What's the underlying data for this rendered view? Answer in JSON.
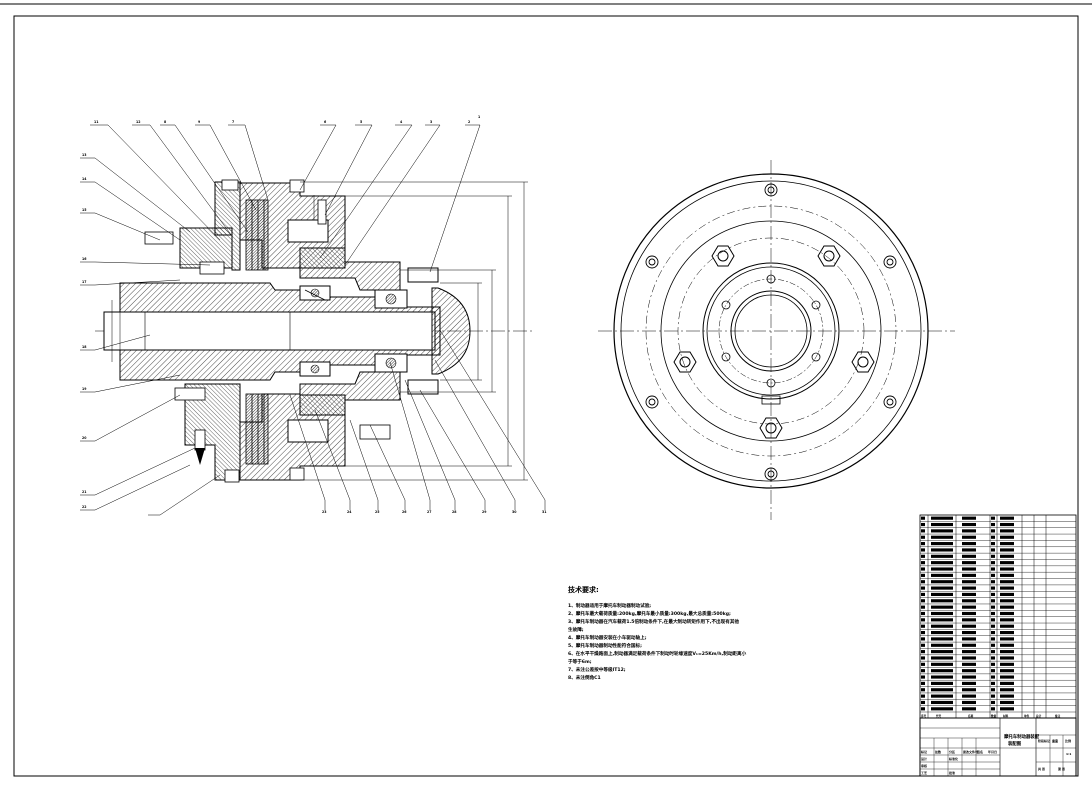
{
  "drawing": {
    "balloon_labels_top": [
      "11",
      "12",
      "8",
      "9",
      "7",
      "6",
      "5",
      "4",
      "3",
      "2",
      "1"
    ],
    "balloon_labels_left": [
      "13",
      "14",
      "15",
      "16",
      "17",
      "18",
      "19",
      "20",
      "21",
      "22"
    ],
    "balloon_labels_bottom": [
      "23",
      "24",
      "25",
      "26",
      "27",
      "28",
      "29",
      "30",
      "31"
    ]
  },
  "technical_requirements": {
    "title": "技术要求:",
    "lines": [
      "1、制动器适用于摩托车制动器制动试验;",
      "2、摩托车最大载荷质量:200kg,摩托车最小质量:300kg,最大总质量:500kg;",
      "3、摩托车制动器在汽车载荷1.5倍制动条件下,在最大制动转矩作用下,不出现有其他",
      "   生故障;",
      "4、摩托车制动器安装在小车驱动轴上;",
      "5、摩托车制动器制动性能符合国标;",
      "6、在水平干燥路面上,制动器满足载荷条件下制动时轮缘速度V₁=25Km/h,制动距离小",
      "   于等于6m;",
      "7、未注公差按中等级IT12;",
      "8、未注倒角C1"
    ]
  },
  "title_block": {
    "drawing_name": "摩托车制动器装配",
    "sub_name": "装配图",
    "labels": [
      "标记",
      "处数",
      "分区",
      "更改文件号",
      "签名",
      "年月日",
      "设计",
      "标准化",
      "审核",
      "工艺",
      "批准",
      "阶段标记",
      "重量",
      "比例",
      "共 张",
      "第 张"
    ],
    "scale": "1:1"
  },
  "bill_of_materials": {
    "headers": [
      "序号",
      "代号",
      "名称",
      "数量",
      "材料",
      "单件",
      "总计",
      "备注"
    ]
  }
}
